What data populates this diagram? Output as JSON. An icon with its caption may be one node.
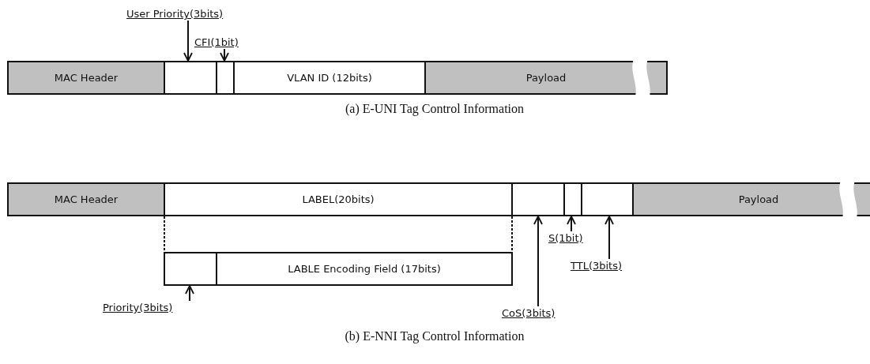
{
  "diagram": {
    "nodes": [
      {
        "text": [
          "User Priority(3bits)"
        ]
      },
      {
        "text": [
          "CFI(1bit)"
        ]
      },
      {
        "text": [
          "MAC Header"
        ]
      },
      {
        "text": [],
        "shape": "box"
      },
      {
        "text": [],
        "shape": "box"
      },
      {
        "text": [
          "VLAN ID (12bits)"
        ]
      },
      {
        "text": [
          "Payload"
        ]
      },
      {
        "text": [
          "MAC Header"
        ]
      },
      {
        "text": [
          "LABEL(20bits)"
        ]
      },
      {
        "text": [],
        "shape": "box"
      },
      {
        "text": [],
        "shape": "box"
      },
      {
        "text": [],
        "shape": "box"
      },
      {
        "text": [
          "Payload"
        ]
      },
      {
        "text": [],
        "shape": "box"
      },
      {
        "text": [
          "LABLE Encoding Field (17bits)"
        ]
      },
      {
        "text": [
          "S(1bit)"
        ]
      },
      {
        "text": [
          "TTL(3bits)"
        ]
      },
      {
        "text": [
          "Priority(3bits)"
        ]
      },
      {
        "text": [
          "CoS(3bits)"
        ]
      }
    ],
    "edges": [
      {
        "from": 0,
        "to": 3,
        "arrow": "to"
      },
      {
        "from": 1,
        "to": 4,
        "arrow": "to"
      },
      {
        "from": 17,
        "to": 13,
        "arrow": "to"
      },
      {
        "from": 18,
        "to": 9,
        "arrow": "to"
      },
      {
        "from": 15,
        "to": 10,
        "arrow": "to"
      },
      {
        "from": 16,
        "to": 11,
        "arrow": "to"
      },
      {
        "from": 8,
        "to": 13,
        "arrow": "none",
        "style": "dashed"
      },
      {
        "from": 8,
        "to": 14,
        "arrow": "none",
        "style": "dashed"
      }
    ],
    "labels": [
      "(a) E-UNI Tag Control Information",
      "(b) E-NNI Tag Control Information"
    ]
  }
}
